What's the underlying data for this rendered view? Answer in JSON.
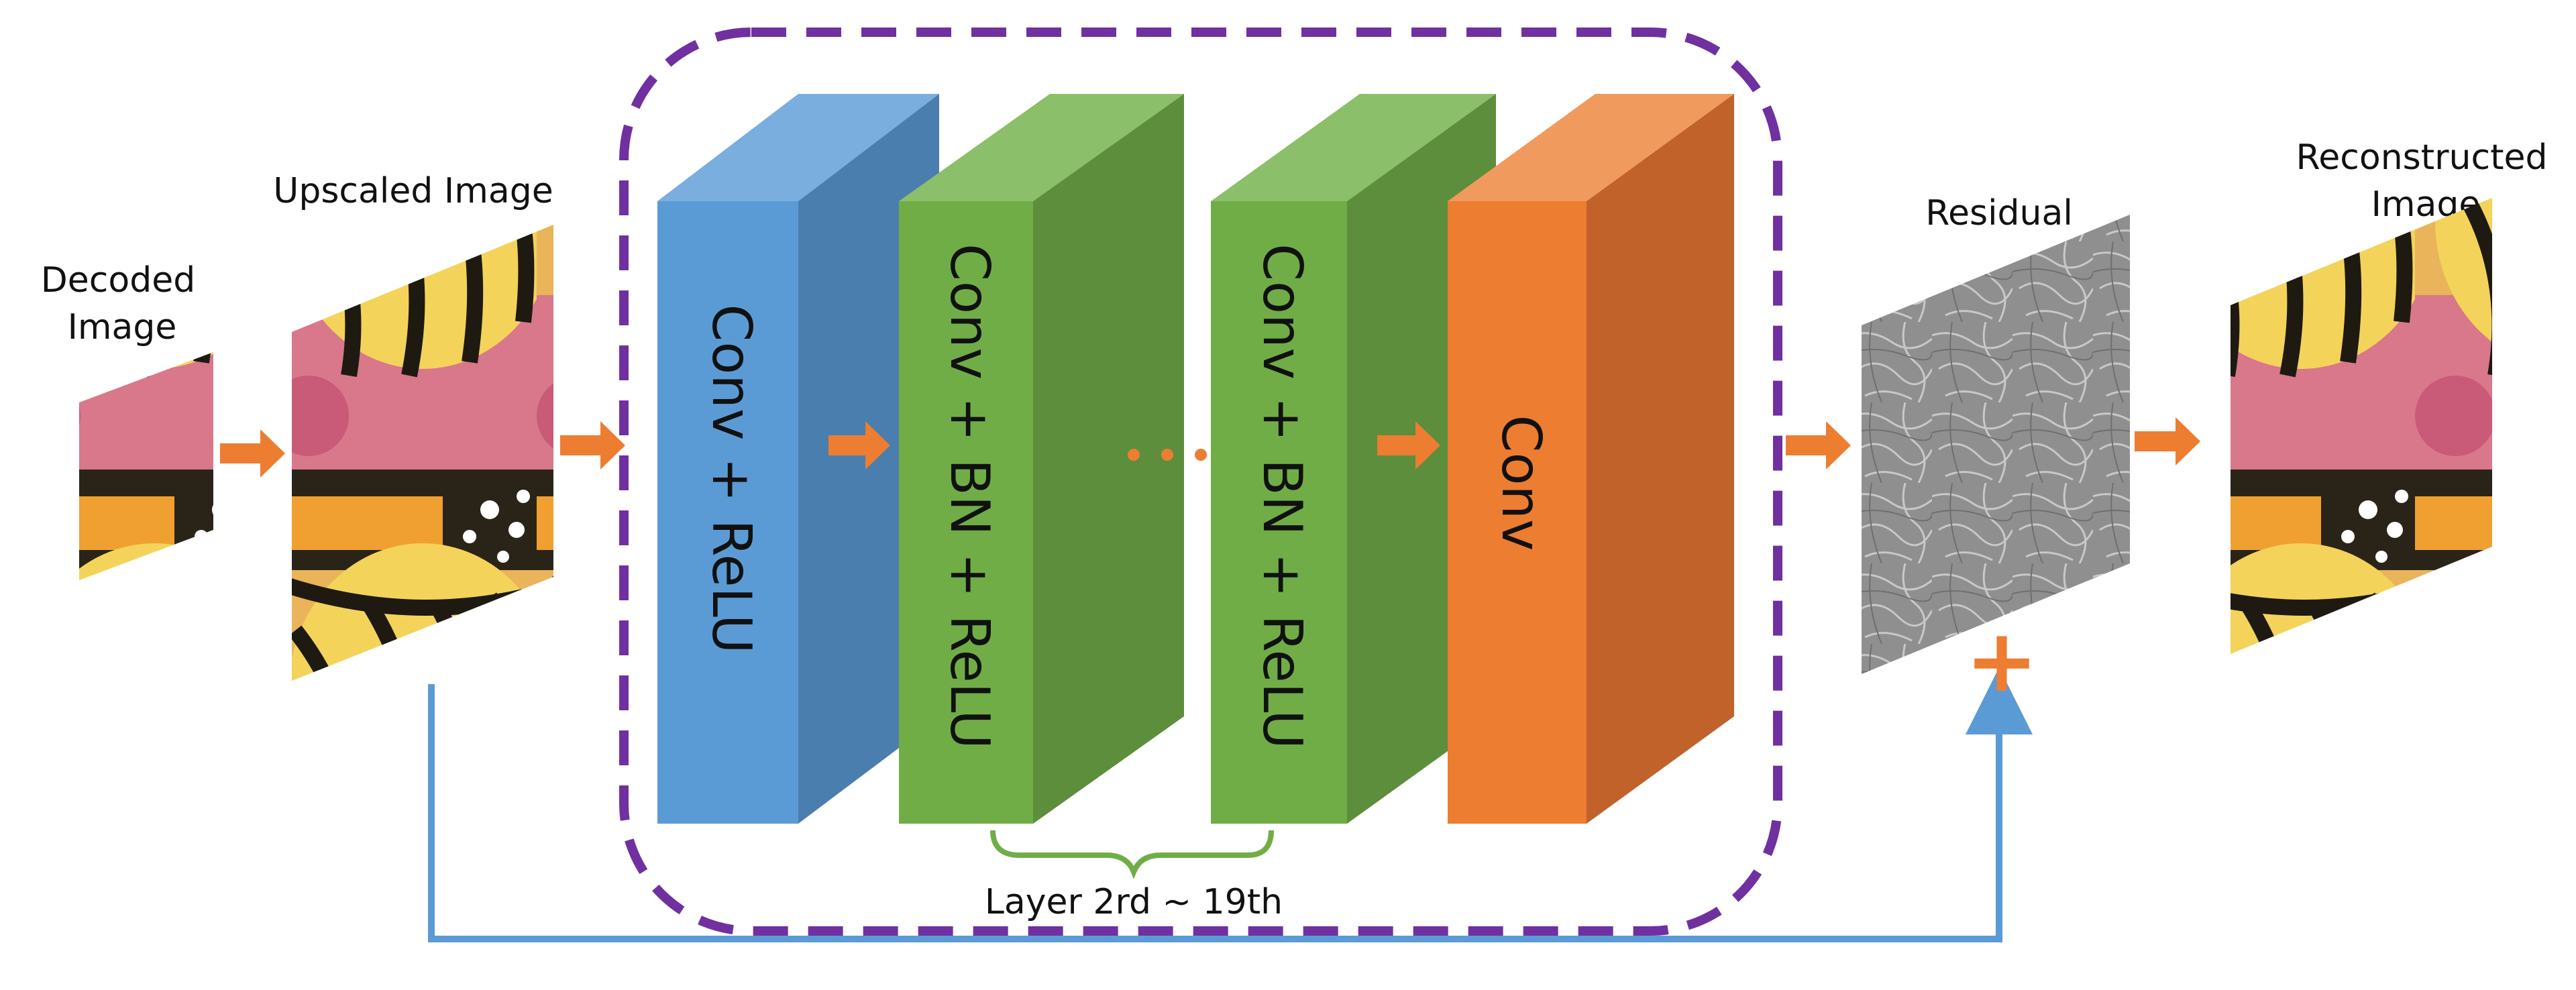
{
  "labels": {
    "decoded_line1": "Decoded",
    "decoded_line2": "Image",
    "upscaled": "Upscaled Image",
    "residual": "Residual",
    "reconstructed_line1": "Reconstructed",
    "reconstructed_line2": "Image",
    "layer_range": "Layer 2rd ~ 19th",
    "plus": "+"
  },
  "layers": [
    {
      "label": "Conv + ReLU"
    },
    {
      "label": "Conv + BN + ReLU"
    },
    {
      "label": "Conv + BN + ReLU"
    },
    {
      "label": "Conv"
    }
  ],
  "colors": {
    "arrow": "#ed7d31",
    "skip_line": "#5b9bd5",
    "dashed_border": "#7030a0",
    "brace": "#70ad47",
    "blue_front": "#5b9bd5",
    "blue_side": "#4a7eaf",
    "blue_top": "#79aede",
    "green_front": "#70ad47",
    "green_side": "#5c8e3b",
    "green_top": "#8cbf69",
    "orange_front": "#ed7d31",
    "orange_side": "#c0622a",
    "orange_top": "#f19a5e"
  },
  "icons": [
    "butterfly-image-icon",
    "residual-noise-image-icon"
  ]
}
